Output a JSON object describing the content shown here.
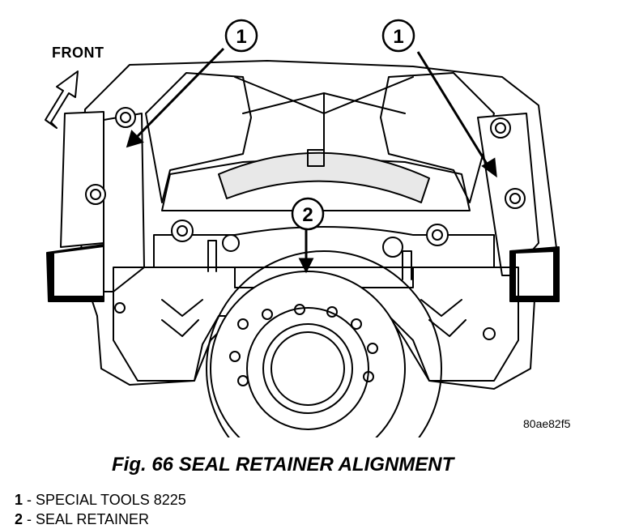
{
  "front_label": "FRONT",
  "callouts": [
    "1",
    "1",
    "2"
  ],
  "image_code": "80ae82f5",
  "caption": "Fig. 66 SEAL RETAINER ALIGNMENT",
  "legend": [
    {
      "number": "1",
      "text": " - SPECIAL TOOLS 8225"
    },
    {
      "number": "2",
      "text": " - SEAL RETAINER"
    }
  ]
}
